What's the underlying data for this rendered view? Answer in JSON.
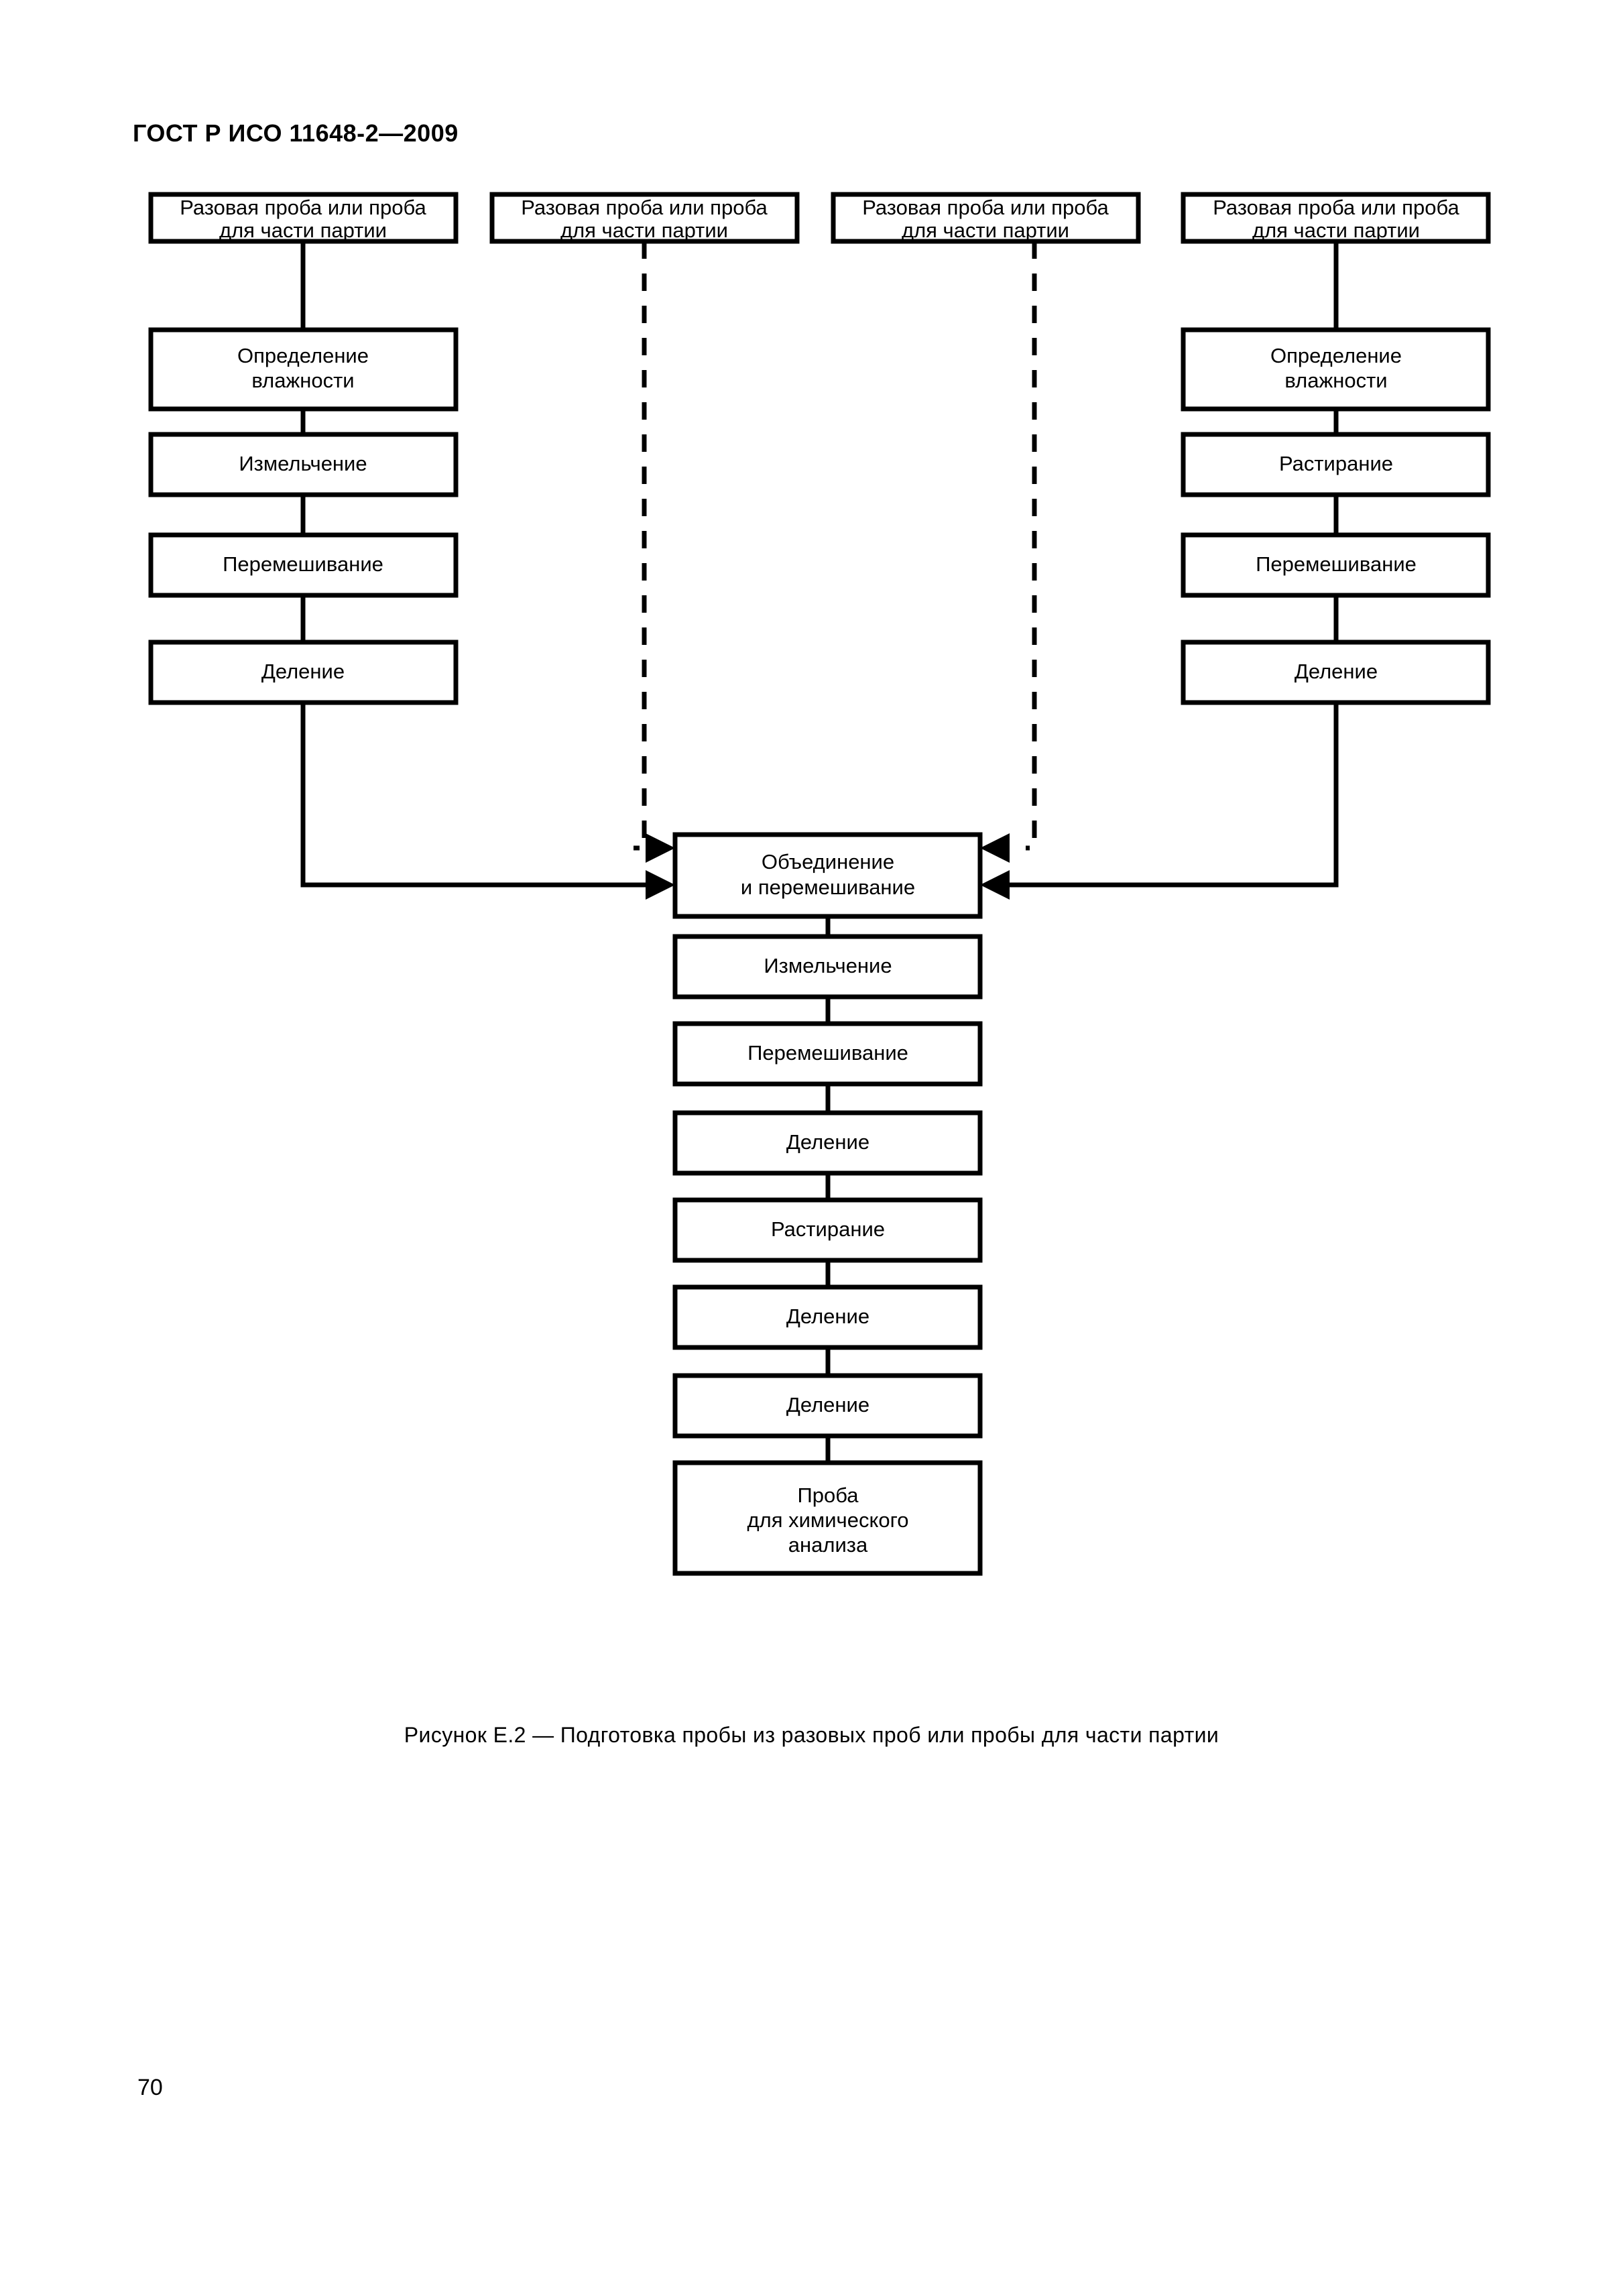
{
  "document": {
    "header": "ГОСТ Р ИСО 11648-2—2009",
    "page_number": "70",
    "figure_caption": "Рисунок Е.2 — Подготовка пробы из разовых проб или пробы для части партии"
  },
  "figure": {
    "id": "Е.2",
    "sources": [
      {
        "label_line1": "Разовая проба или проба",
        "label_line2": "для части партии"
      },
      {
        "label_line1": "Разовая проба или проба",
        "label_line2": "для части партии"
      },
      {
        "label_line1": "Разовая проба или проба",
        "label_line2": "для части партии"
      },
      {
        "label_line1": "Разовая проба или проба",
        "label_line2": "для части партии"
      }
    ],
    "left_branch": [
      {
        "label_line1": "Определение",
        "label_line2": "влажности"
      },
      {
        "label_line1": "Измельчение",
        "label_line2": ""
      },
      {
        "label_line1": "Перемешивание",
        "label_line2": ""
      },
      {
        "label_line1": "Деление",
        "label_line2": ""
      }
    ],
    "right_branch": [
      {
        "label_line1": "Определение",
        "label_line2": "влажности"
      },
      {
        "label_line1": "Растирание",
        "label_line2": ""
      },
      {
        "label_line1": "Перемешивание",
        "label_line2": ""
      },
      {
        "label_line1": "Деление",
        "label_line2": ""
      }
    ],
    "merge_node": {
      "label_line1": "Объединение",
      "label_line2": "и перемешивание"
    },
    "center_chain": [
      {
        "label_line1": "Измельчение",
        "label_line2": ""
      },
      {
        "label_line1": "Перемешивание",
        "label_line2": ""
      },
      {
        "label_line1": "Деление",
        "label_line2": ""
      },
      {
        "label_line1": "Растирание",
        "label_line2": ""
      },
      {
        "label_line1": "Деление",
        "label_line2": ""
      },
      {
        "label_line1": "Деление",
        "label_line2": ""
      }
    ],
    "final_node": {
      "label_line1": "Проба",
      "label_line2": "для химического",
      "label_line3": "анализа"
    },
    "colors": {
      "line": "#000000",
      "box_fill": "#ffffff",
      "text": "#000000",
      "page_background": "#ffffff"
    }
  }
}
